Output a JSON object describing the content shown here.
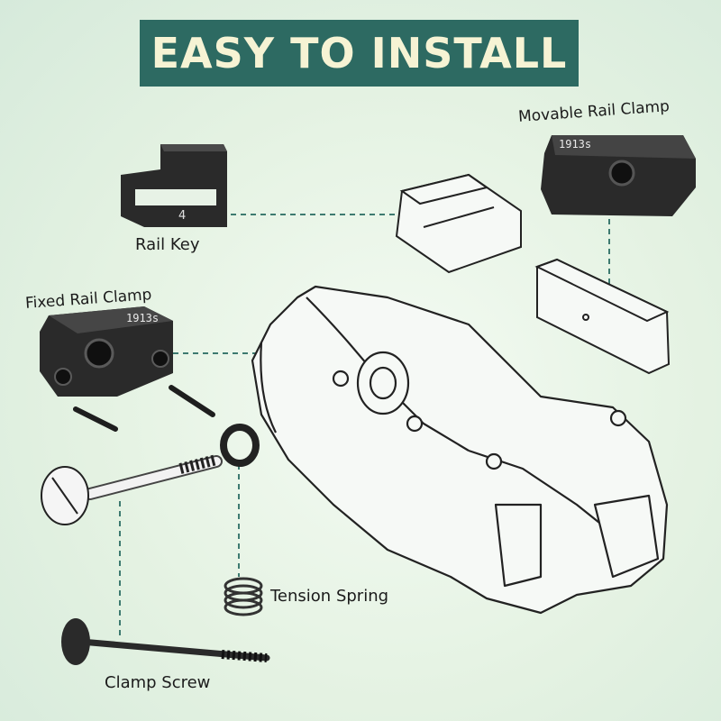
{
  "banner": {
    "title": "EASY TO INSTALL",
    "bg_color": "#2d6a62",
    "text_color": "#f6f3d4"
  },
  "parts": {
    "rail_key": "Rail Key",
    "movable_rail_clamp": "Movable Rail Clamp",
    "fixed_rail_clamp": "Fixed Rail Clamp",
    "tension_spring": "Tension Spring",
    "clamp_screw": "Clamp Screw"
  },
  "engraving": {
    "clamp_marking": "1913s",
    "rail_key_marking": "4"
  },
  "colors": {
    "leader_line": "#3d7a70",
    "part_metal": "#2a2a2a",
    "line_art": "#222222"
  }
}
